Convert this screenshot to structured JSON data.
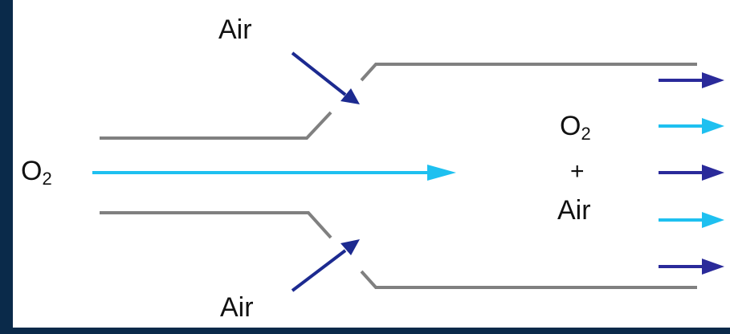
{
  "labels": {
    "air_top": "Air",
    "air_bottom": "Air",
    "o2_left_main": "O",
    "o2_left_sub": "2",
    "mix_o2_main": "O",
    "mix_o2_sub": "2",
    "mix_plus": "+",
    "mix_air": "Air"
  },
  "colors": {
    "frame_background": "#0a2a4a",
    "panel_background": "#ffffff",
    "duct_wall": "#808080",
    "oxygen_arrow": "#1ec0f0",
    "air_arrow": "#1c2a90",
    "outlet_arrow_dark": "#2a2a9a",
    "outlet_arrow_light": "#1ec0f0"
  },
  "icons": {
    "inflow_air_top": "arrow-down-right-icon",
    "inflow_air_bottom": "arrow-up-right-icon",
    "inflow_oxygen": "arrow-right-icon",
    "outflow": "arrow-right-icon"
  }
}
